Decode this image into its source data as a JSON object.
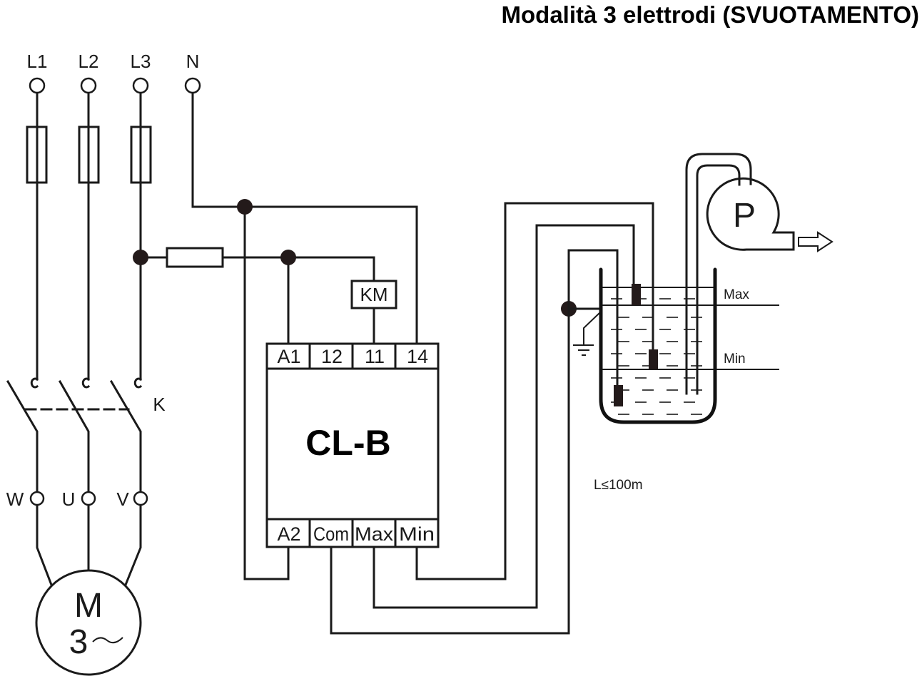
{
  "title": "Modalità 3 elettrodi (SVUOTAMENTO)",
  "supply": {
    "phases": [
      "L1",
      "L2",
      "L3"
    ],
    "neutral": "N"
  },
  "contactor": {
    "switch_label": "K",
    "coil_label": "KM"
  },
  "motor": {
    "terminals": [
      "W",
      "U",
      "V"
    ],
    "symbol": "M",
    "subtitle": "3~"
  },
  "relay": {
    "name": "CL-B",
    "top_terminals": [
      "A1",
      "12",
      "11",
      "14"
    ],
    "bottom_terminals": [
      "A2",
      "Com",
      "Max",
      "Min"
    ]
  },
  "tank": {
    "level_max": "Max",
    "level_min": "Min",
    "cable_length": "L≤100m"
  },
  "pump": {
    "label": "P"
  }
}
